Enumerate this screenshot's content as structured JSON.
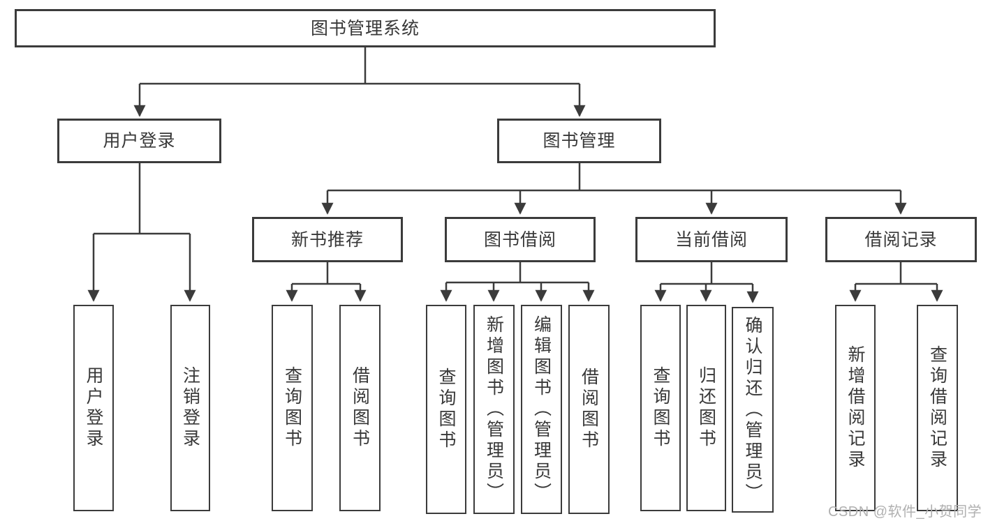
{
  "colors": {
    "line": "#3b3b3b",
    "text": "#383838",
    "watermark": "#b0b0b0",
    "background": "#ffffff"
  },
  "watermark": {
    "text": "CSDN @软件_小贺同学"
  },
  "tree": {
    "label": "图书管理系统",
    "children": [
      {
        "label": "用户登录",
        "children": [
          {
            "label": "用户登录"
          },
          {
            "label": "注销登录"
          }
        ]
      },
      {
        "label": "图书管理",
        "children": [
          {
            "label": "新书推荐",
            "children": [
              {
                "label": "查询图书"
              },
              {
                "label": "借阅图书"
              }
            ]
          },
          {
            "label": "图书借阅",
            "children": [
              {
                "label": "查询图书"
              },
              {
                "label": "新增图书（管理员）"
              },
              {
                "label": "编辑图书（管理员）"
              },
              {
                "label": "借阅图书"
              }
            ]
          },
          {
            "label": "当前借阅",
            "children": [
              {
                "label": "查询图书"
              },
              {
                "label": "归还图书"
              },
              {
                "label": "确认归还（管理员）"
              }
            ]
          },
          {
            "label": "借阅记录",
            "children": [
              {
                "label": "新增借阅记录"
              },
              {
                "label": "查询借阅记录"
              }
            ]
          }
        ]
      }
    ]
  }
}
